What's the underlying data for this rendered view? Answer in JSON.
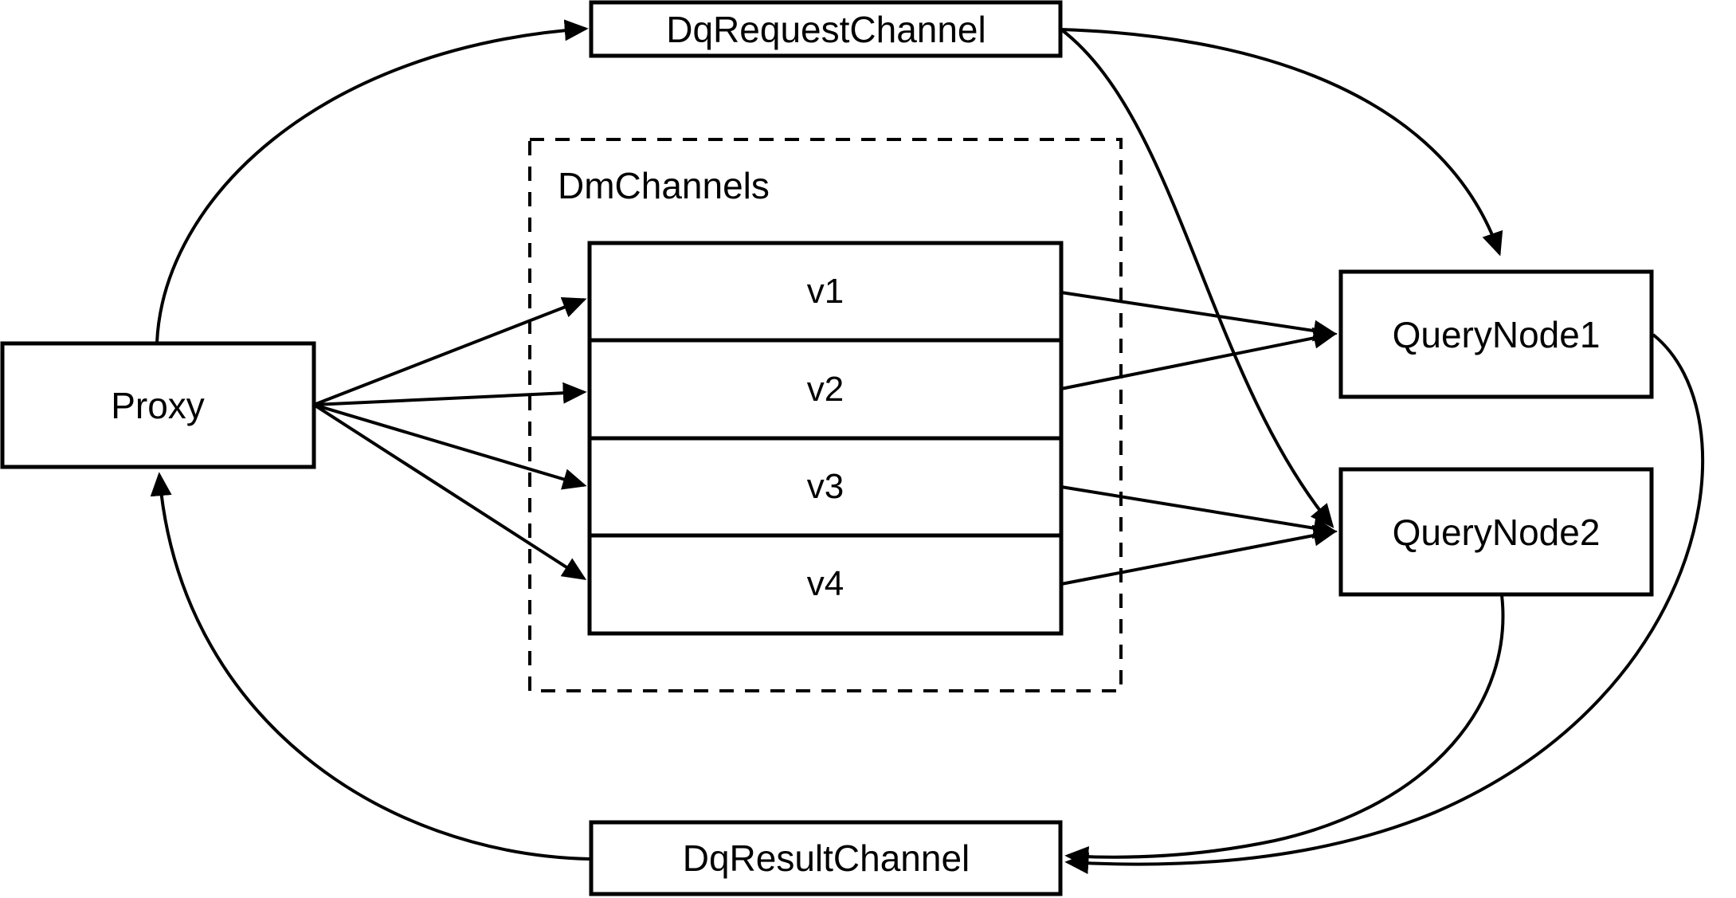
{
  "diagram": {
    "title": "Milvus distributed query channel flow",
    "background_color": "#ffffff",
    "stroke_color": "#000000",
    "nodes": {
      "proxy": {
        "label": "Proxy"
      },
      "dq_request_channel": {
        "label": "DqRequestChannel"
      },
      "dq_result_channel": {
        "label": "DqResultChannel"
      },
      "query_node_1": {
        "label": "QueryNode1"
      },
      "query_node_2": {
        "label": "QueryNode2"
      }
    },
    "group": {
      "label": "DmChannels",
      "style": "dashed",
      "rows": [
        {
          "label": "v1"
        },
        {
          "label": "v2"
        },
        {
          "label": "v3"
        },
        {
          "label": "v4"
        }
      ]
    },
    "edges": [
      {
        "from": "Proxy",
        "to": "DqRequestChannel",
        "style": "curved",
        "arrow": true
      },
      {
        "from": "Proxy",
        "to": "v1",
        "style": "straight",
        "arrow": true
      },
      {
        "from": "Proxy",
        "to": "v2",
        "style": "straight",
        "arrow": true
      },
      {
        "from": "Proxy",
        "to": "v3",
        "style": "straight",
        "arrow": true
      },
      {
        "from": "Proxy",
        "to": "v4",
        "style": "straight",
        "arrow": true
      },
      {
        "from": "v1",
        "to": "QueryNode1",
        "style": "straight",
        "arrow": true
      },
      {
        "from": "v2",
        "to": "QueryNode1",
        "style": "straight",
        "arrow": true
      },
      {
        "from": "v3",
        "to": "QueryNode2",
        "style": "straight",
        "arrow": true
      },
      {
        "from": "v4",
        "to": "QueryNode2",
        "style": "straight",
        "arrow": true
      },
      {
        "from": "DqRequestChannel",
        "to": "QueryNode1",
        "style": "curved",
        "arrow": true
      },
      {
        "from": "DqRequestChannel",
        "to": "QueryNode2",
        "style": "curved",
        "arrow": true
      },
      {
        "from": "QueryNode1",
        "to": "DqResultChannel",
        "style": "curved",
        "arrow": true
      },
      {
        "from": "QueryNode2",
        "to": "DqResultChannel",
        "style": "curved",
        "arrow": true
      },
      {
        "from": "DqResultChannel",
        "to": "Proxy",
        "style": "curved",
        "arrow": true
      }
    ]
  }
}
